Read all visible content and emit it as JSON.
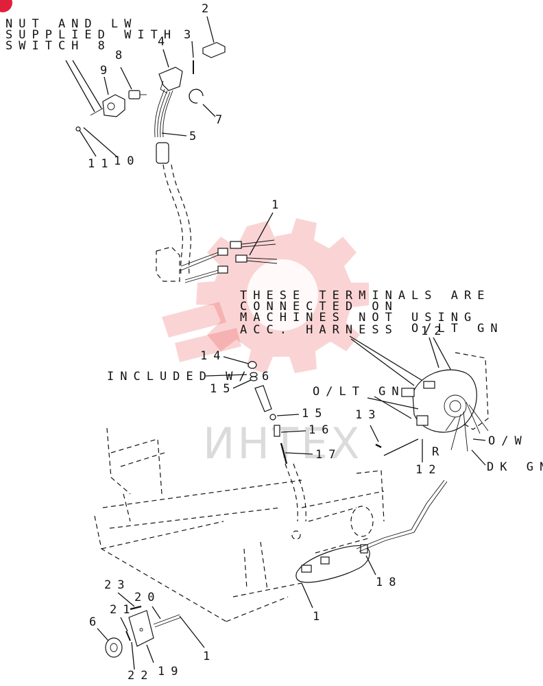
{
  "notes": {
    "nut_lw_line1": "NUT AND LW",
    "nut_lw_line2": "SUPPLIED WITH",
    "nut_lw_line3": "SWITCH 8",
    "terminals_line1": "THESE TERMINALS ARE",
    "terminals_line2": "CONNECTED ON",
    "terminals_line3": "MACHINES NOT USING",
    "terminals_line4": "ACC. HARNESS",
    "included_with": "INCLUDED W/",
    "included_with_num": "6"
  },
  "wire_labels": {
    "o_lt_gn_a": "O/LT GN",
    "o_lt_gn_b": "O/LT GN",
    "o_w": "O/W",
    "r": "R",
    "dk_gn": "DK GN"
  },
  "callouts": {
    "c2": "2",
    "c3": "3",
    "c4": "4",
    "c5": "5",
    "c7": "7",
    "c8": "8",
    "c9": "9",
    "c10": "10",
    "c11": "11",
    "c1_top": "1",
    "c12_top": "12",
    "c12_bottom": "12",
    "c13": "13",
    "c14": "14",
    "c15_left": "15",
    "c15_right": "15",
    "c16": "16",
    "c17": "17",
    "c18": "18",
    "c1_mid": "1",
    "c23": "23",
    "c20": "20",
    "c21": "21",
    "c6": "6",
    "c22": "22",
    "c19": "19",
    "c1_bottom": "1"
  },
  "watermark": {
    "text": "ИНТЕХ",
    "color": "#e83a3a"
  }
}
